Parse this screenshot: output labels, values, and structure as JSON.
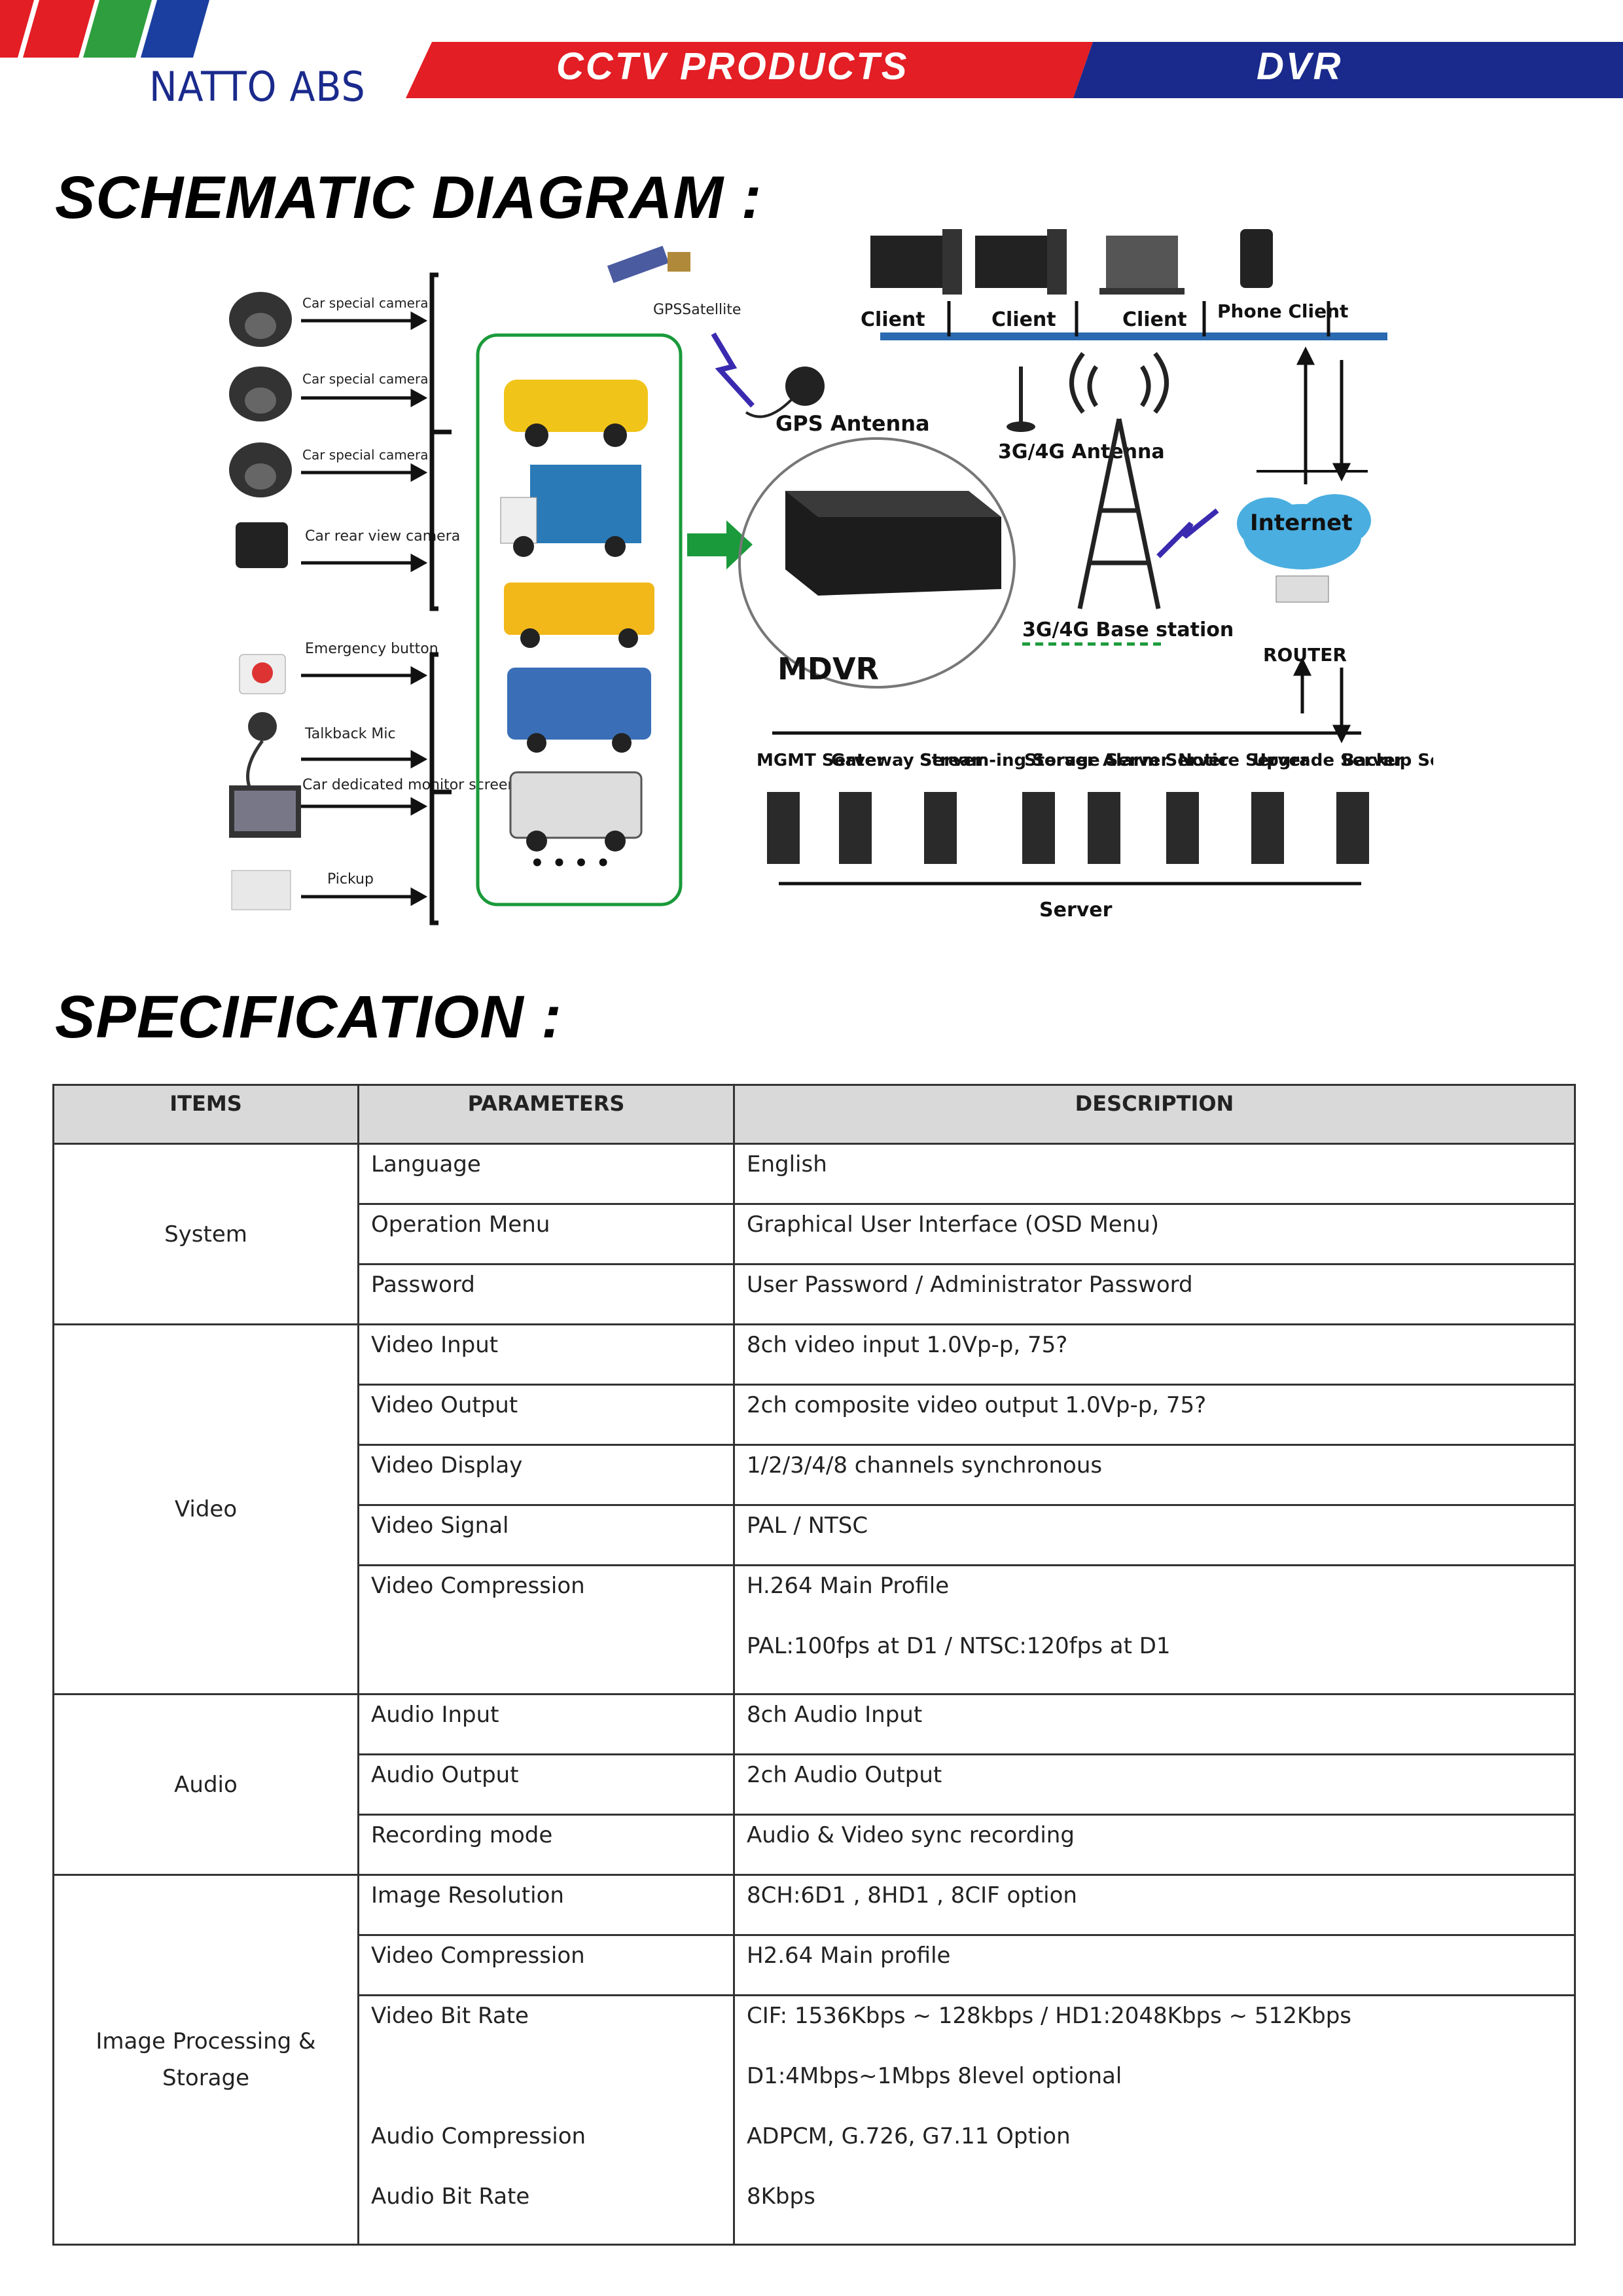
{
  "header": {
    "brand": "NATTO ABS",
    "banner_left": "CCTV PRODUCTS",
    "banner_right": "DVR"
  },
  "sections": {
    "schematic_title": "SCHEMATIC DIAGRAM :",
    "spec_title": "SPECIFICATION :"
  },
  "diagram": {
    "inputs": [
      "Car special camera",
      "Car special camera",
      "Car special camera",
      "Car rear view camera",
      "Emergency button",
      "Talkback Mic",
      "Car dedicated monitor screen",
      "Pickup"
    ],
    "gps_satellite": "GPSSatellite",
    "gps_antenna": "GPS Antenna",
    "antenna_3g": "3G/4G Antenna",
    "base_station": "3G/4G Base station",
    "mdvr": "MDVR",
    "internet": "Internet",
    "router": "ROUTER",
    "clients": [
      "Client",
      "Client",
      "Client",
      "Phone Client"
    ],
    "servers": [
      "MGMT Server",
      "Gateway Server",
      "Stream-ing Server",
      "Storage Server",
      "Alarm Server",
      "Notice Server",
      "Upgrade Server",
      "Backup Server"
    ],
    "server_bus": "Server",
    "more_dots": "• • • •"
  },
  "table": {
    "headers": [
      "ITEMS",
      "PARAMETERS",
      "DESCRIPTION"
    ],
    "system": {
      "item": "System",
      "rows": [
        [
          "Language",
          "English"
        ],
        [
          "Operation Menu",
          "Graphical User Interface (OSD Menu)"
        ],
        [
          "Password",
          "User Password / Administrator Password"
        ]
      ]
    },
    "video": {
      "item": "Video",
      "rows": [
        [
          "Video Input",
          "8ch video input 1.0Vp-p, 75?"
        ],
        [
          "Video Output",
          "2ch composite video output 1.0Vp-p, 75?"
        ],
        [
          "Video Display",
          "1/2/3/4/8 channels synchronous"
        ],
        [
          "Video Signal",
          "PAL / NTSC"
        ]
      ],
      "compression_param": "Video Compression",
      "compression_desc1": "H.264 Main Profile",
      "compression_desc2": "PAL:100fps at D1 / NTSC:120fps at D1"
    },
    "audio": {
      "item": "Audio",
      "rows": [
        [
          "Audio Input",
          "8ch Audio Input"
        ],
        [
          "Audio Output",
          "2ch Audio Output"
        ],
        [
          "Recording mode",
          "Audio & Video sync recording"
        ]
      ]
    },
    "image": {
      "item_line1": "Image Processing &",
      "item_line2": "Storage",
      "rows": [
        [
          "Image Resolution",
          "8CH:6D1 , 8HD1 , 8CIF option"
        ],
        [
          "Video Compression",
          "H2.64 Main profile"
        ]
      ],
      "multi_params": [
        "Video Bit Rate",
        "",
        "Audio Compression",
        "Audio Bit Rate"
      ],
      "multi_descs": [
        "CIF: 1536Kbps ~ 128kbps / HD1:2048Kbps ~ 512Kbps",
        "D1:4Mbps~1Mbps 8level optional",
        "ADPCM, G.726, G7.11 Option",
        "8Kbps"
      ]
    }
  }
}
